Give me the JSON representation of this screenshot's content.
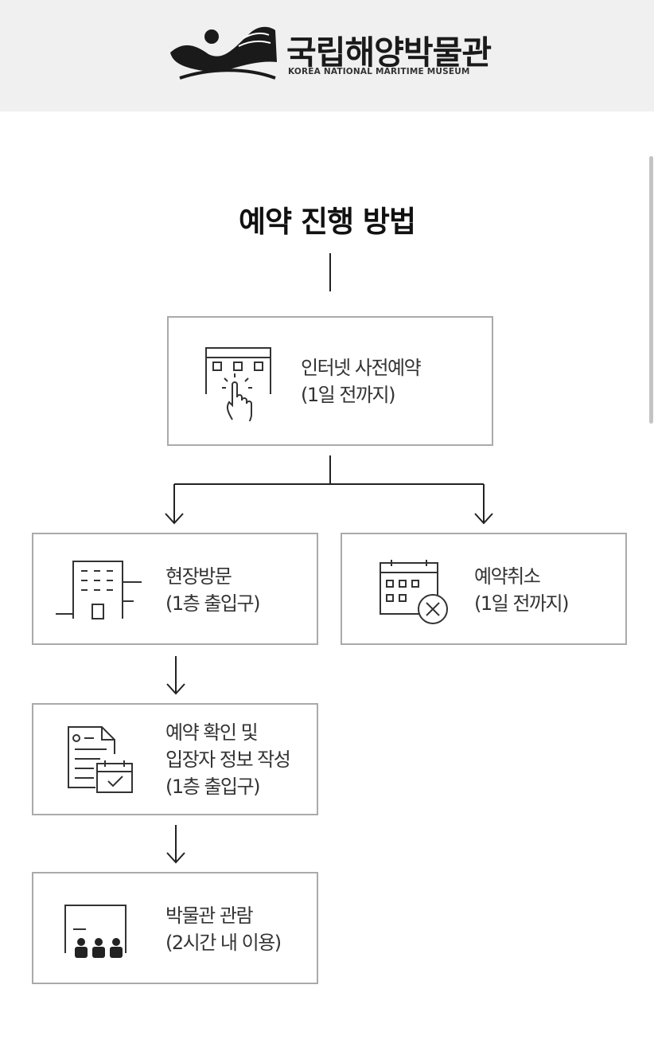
{
  "header": {
    "logo_ko": "국립해양박물관",
    "logo_en": "KOREA NATIONAL MARITIME MUSEUM"
  },
  "page_title": "예약 진행 방법",
  "steps": {
    "online": {
      "line1": "인터넷 사전예약",
      "line2": "(1일 전까지)",
      "icon": "touch-screen-icon"
    },
    "onsite": {
      "line1": "현장방문",
      "line2": "(1층 출입구)",
      "icon": "building-icon"
    },
    "cancel": {
      "line1": "예약취소",
      "line2": "(1일 전까지)",
      "icon": "calendar-cancel-icon"
    },
    "confirm": {
      "line1": "예약 확인 및",
      "line2": "입장자 정보 작성",
      "line3": "(1층 출입구)",
      "icon": "document-calendar-icon"
    },
    "visit": {
      "line1": "박물관 관람",
      "line2": "(2시간 내 이용)",
      "icon": "audience-board-icon"
    }
  }
}
